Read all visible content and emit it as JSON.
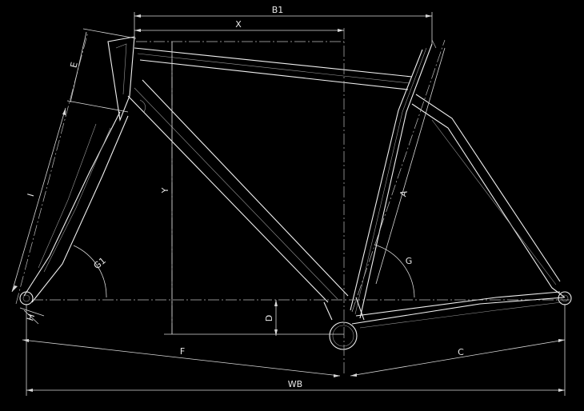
{
  "labels": {
    "B1": "B1",
    "X": "X",
    "E": "E",
    "I": "I",
    "Y": "Y",
    "A": "A",
    "G": "G",
    "G1": "G1",
    "D": "D",
    "H": "H",
    "F": "F",
    "C": "C",
    "WB": "WB"
  },
  "colors": {
    "background": "#000000",
    "lines": "#f0f0f0",
    "dimensions": "#d8d8d8"
  }
}
